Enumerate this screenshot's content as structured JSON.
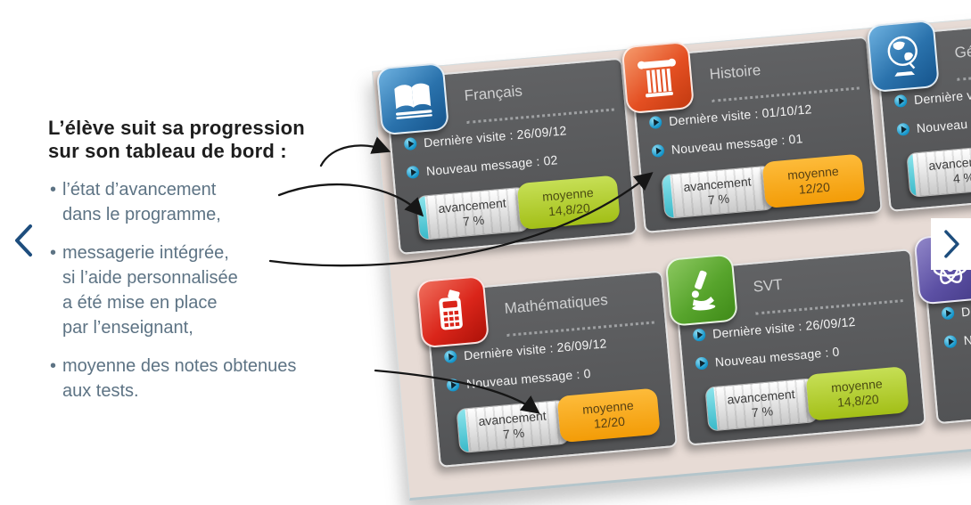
{
  "annotation": {
    "heading": "L’élève suit sa progression\nsur son tableau de bord :",
    "bullet_char": "•",
    "bullets": [
      "l’état d’avancement\ndans le programme,",
      "messagerie intégrée,\nsi l’aide personnalisée\na été mise en place\npar l’enseignant,",
      "moyenne des notes obtenues\naux tests."
    ],
    "text_color": "#5d7384",
    "heading_color": "#1d1d1d"
  },
  "carousel": {
    "prev_icon": "chevron-left-icon",
    "next_icon": "chevron-right-icon",
    "chevron_color": "#1d4d7d"
  },
  "panel": {
    "background": "#e7dbd5",
    "card_background": "#58595b"
  },
  "cards": [
    {
      "title": "Français",
      "icon": "open-book-icon",
      "icon_color": "#2a72ac",
      "last_visit_label": "Dernière visite :",
      "last_visit_value": "26/09/12",
      "new_message_label": "Nouveau message :",
      "new_message_value": "02",
      "progress_label": "avancement",
      "progress_value": "7 %",
      "average_label": "moyenne",
      "average_value": "14,8/20",
      "average_color": "#a3bf17"
    },
    {
      "title": "Histoire",
      "icon": "roman-column-icon",
      "icon_color": "#e44f22",
      "last_visit_label": "Dernière visite :",
      "last_visit_value": "01/10/12",
      "new_message_label": "Nouveau message :",
      "new_message_value": "01",
      "progress_label": "avancement",
      "progress_value": "7 %",
      "average_label": "moyenne",
      "average_value": "12/20",
      "average_color": "#f39c07"
    },
    {
      "title": "Géographie",
      "icon": "globe-icon",
      "icon_color": "#2a72ac",
      "last_visit_label": "Dernière visite :",
      "last_visit_value": "",
      "new_message_label": "Nouveau message :",
      "new_message_value": "",
      "progress_label": "avancement",
      "progress_value": "4 %"
    },
    {
      "title": "Mathématiques",
      "icon": "calculator-icon",
      "icon_color": "#da251a",
      "last_visit_label": "Dernière visite :",
      "last_visit_value": "26/09/12",
      "new_message_label": "Nouveau message :",
      "new_message_value": "0",
      "progress_label": "avancement",
      "progress_value": "7 %",
      "average_label": "moyenne",
      "average_value": "12/20",
      "average_color": "#f39c07"
    },
    {
      "title": "SVT",
      "icon": "microscope-icon",
      "icon_color": "#57a42c",
      "last_visit_label": "Dernière visite :",
      "last_visit_value": "26/09/12",
      "new_message_label": "Nouveau message :",
      "new_message_value": "0",
      "progress_label": "avancement",
      "progress_value": "7 %",
      "average_label": "moyenne",
      "average_value": "14,8/20",
      "average_color": "#a3bf17"
    },
    {
      "title": "",
      "icon": "atom-icon",
      "icon_color": "#5c50a4",
      "last_visit_label": "Dernière visite :",
      "last_visit_value": "",
      "new_message_label": "Nouveau message :",
      "new_message_value": ""
    }
  ]
}
